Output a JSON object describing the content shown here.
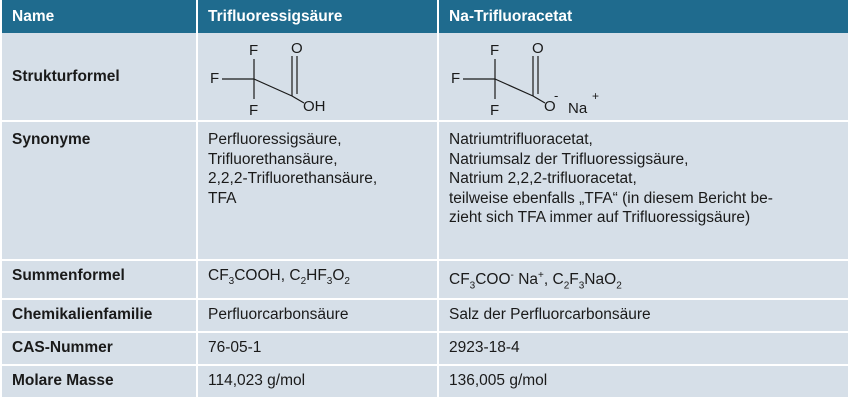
{
  "header": {
    "name": "Name",
    "tfa": "Trifluoressigsäure",
    "na": "Na-Trifluoracetat"
  },
  "rows": {
    "structure": {
      "label": "Strukturformel"
    },
    "synonyms": {
      "label": "Synonyme",
      "tfa": [
        "Perfluoressigsäure,",
        "Trifluorethansäure,",
        "2,2,2-Trifluorethansäure,",
        "TFA"
      ],
      "na": [
        "Natriumtrifluoracetat,",
        "Natriumsalz der Trifluoressigsäure,",
        "Natrium 2,2,2-trifluoracetat,",
        "teilweise ebenfalls „TFA“ (in diesem Bericht be-",
        "zieht sich TFA immer auf Trifluoressigsäure)"
      ]
    },
    "formula": {
      "label": "Summenformel"
    },
    "family": {
      "label": "Chemikalienfamilie",
      "tfa": "Perfluorcarbonsäure",
      "na": "Salz der Perfluorcarbonsäure"
    },
    "cas": {
      "label": "CAS-Nummer",
      "tfa": "76-05-1",
      "na": "2923-18-4"
    },
    "mass": {
      "label": "Molare Masse",
      "tfa": "114,023 g/mol",
      "na": "136,005 g/mol"
    }
  },
  "structure_labels": {
    "F": "F",
    "O": "O",
    "OH": "OH",
    "minus": "-",
    "Na": "Na",
    "plus": "+"
  },
  "formula_parts": {
    "C": "C",
    "F": "F",
    "H": "H",
    "O": "O",
    "Na": "Na",
    "COOH": "COOH",
    "COO": "COO",
    "sep": ", ",
    "n2": "2",
    "n3": "3",
    "minus": "-",
    "plus": "+",
    "gap": " "
  }
}
